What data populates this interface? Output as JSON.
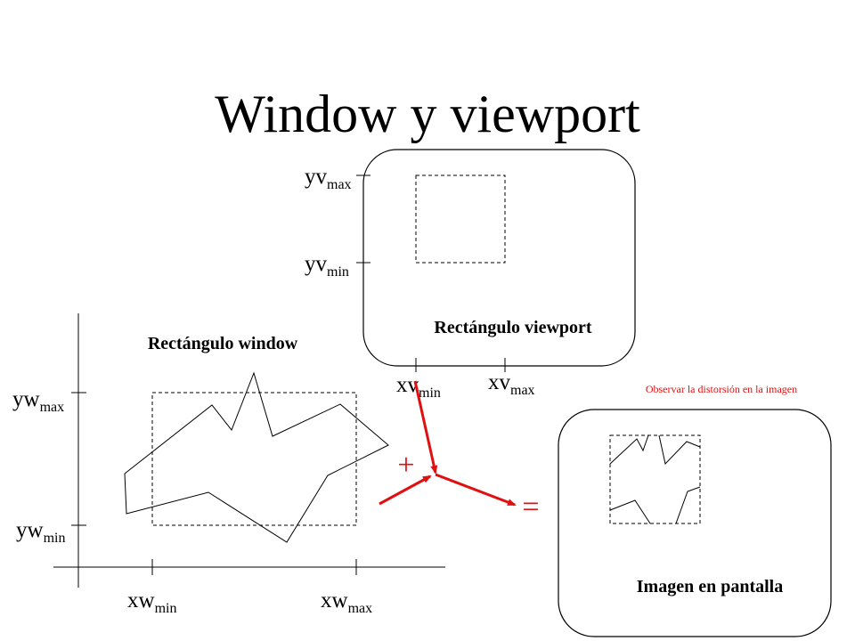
{
  "title": "Window y viewport",
  "viewport": {
    "caption": "Rectángulo viewport",
    "y_max": {
      "main": "yv",
      "sub": "max"
    },
    "y_min": {
      "main": "yv",
      "sub": "min"
    },
    "x_min": {
      "main": "xv",
      "sub": "min"
    },
    "x_max": {
      "main": "xv",
      "sub": "max"
    }
  },
  "window": {
    "caption": "Rectángulo window",
    "y_max": {
      "main": "yw",
      "sub": "max"
    },
    "y_min": {
      "main": "yw",
      "sub": "min"
    },
    "x_min": {
      "main": "xw",
      "sub": "min"
    },
    "x_max": {
      "main": "xw",
      "sub": "max"
    }
  },
  "screen": {
    "caption": "Imagen en pantalla",
    "note": "Observar la distorsión en la imagen"
  },
  "operators": {
    "plus": "+",
    "equals": "="
  },
  "colors": {
    "accent": "#e01010",
    "ink": "#000000",
    "background": "#ffffff"
  }
}
